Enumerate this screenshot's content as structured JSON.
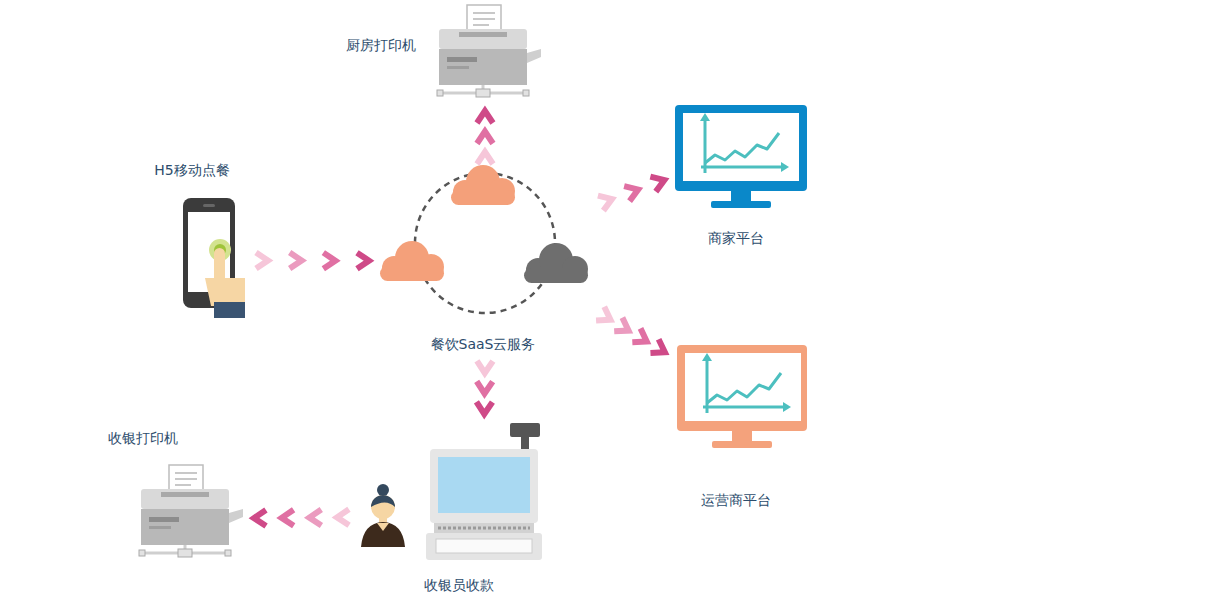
{
  "diagram": {
    "nodes": [
      {
        "text": [
          "厨房打印机"
        ]
      },
      {
        "text": [
          "H5移动点餐"
        ]
      },
      {
        "text": [
          "餐饮SaaS云服务"
        ]
      },
      {
        "text": [
          "商家平台"
        ]
      },
      {
        "text": [
          "运营商平台"
        ]
      },
      {
        "text": [
          "收银打印机"
        ]
      },
      {
        "text": [
          "收银员收款"
        ]
      }
    ],
    "edges": [
      {
        "from": 1,
        "to": 2,
        "arrow": "to"
      },
      {
        "from": 2,
        "to": 0,
        "arrow": "to"
      },
      {
        "from": 2,
        "to": 3,
        "arrow": "to"
      },
      {
        "from": 2,
        "to": 4,
        "arrow": "to"
      },
      {
        "from": 2,
        "to": 6,
        "arrow": "to"
      },
      {
        "from": 6,
        "to": 5,
        "arrow": "to"
      }
    ]
  }
}
